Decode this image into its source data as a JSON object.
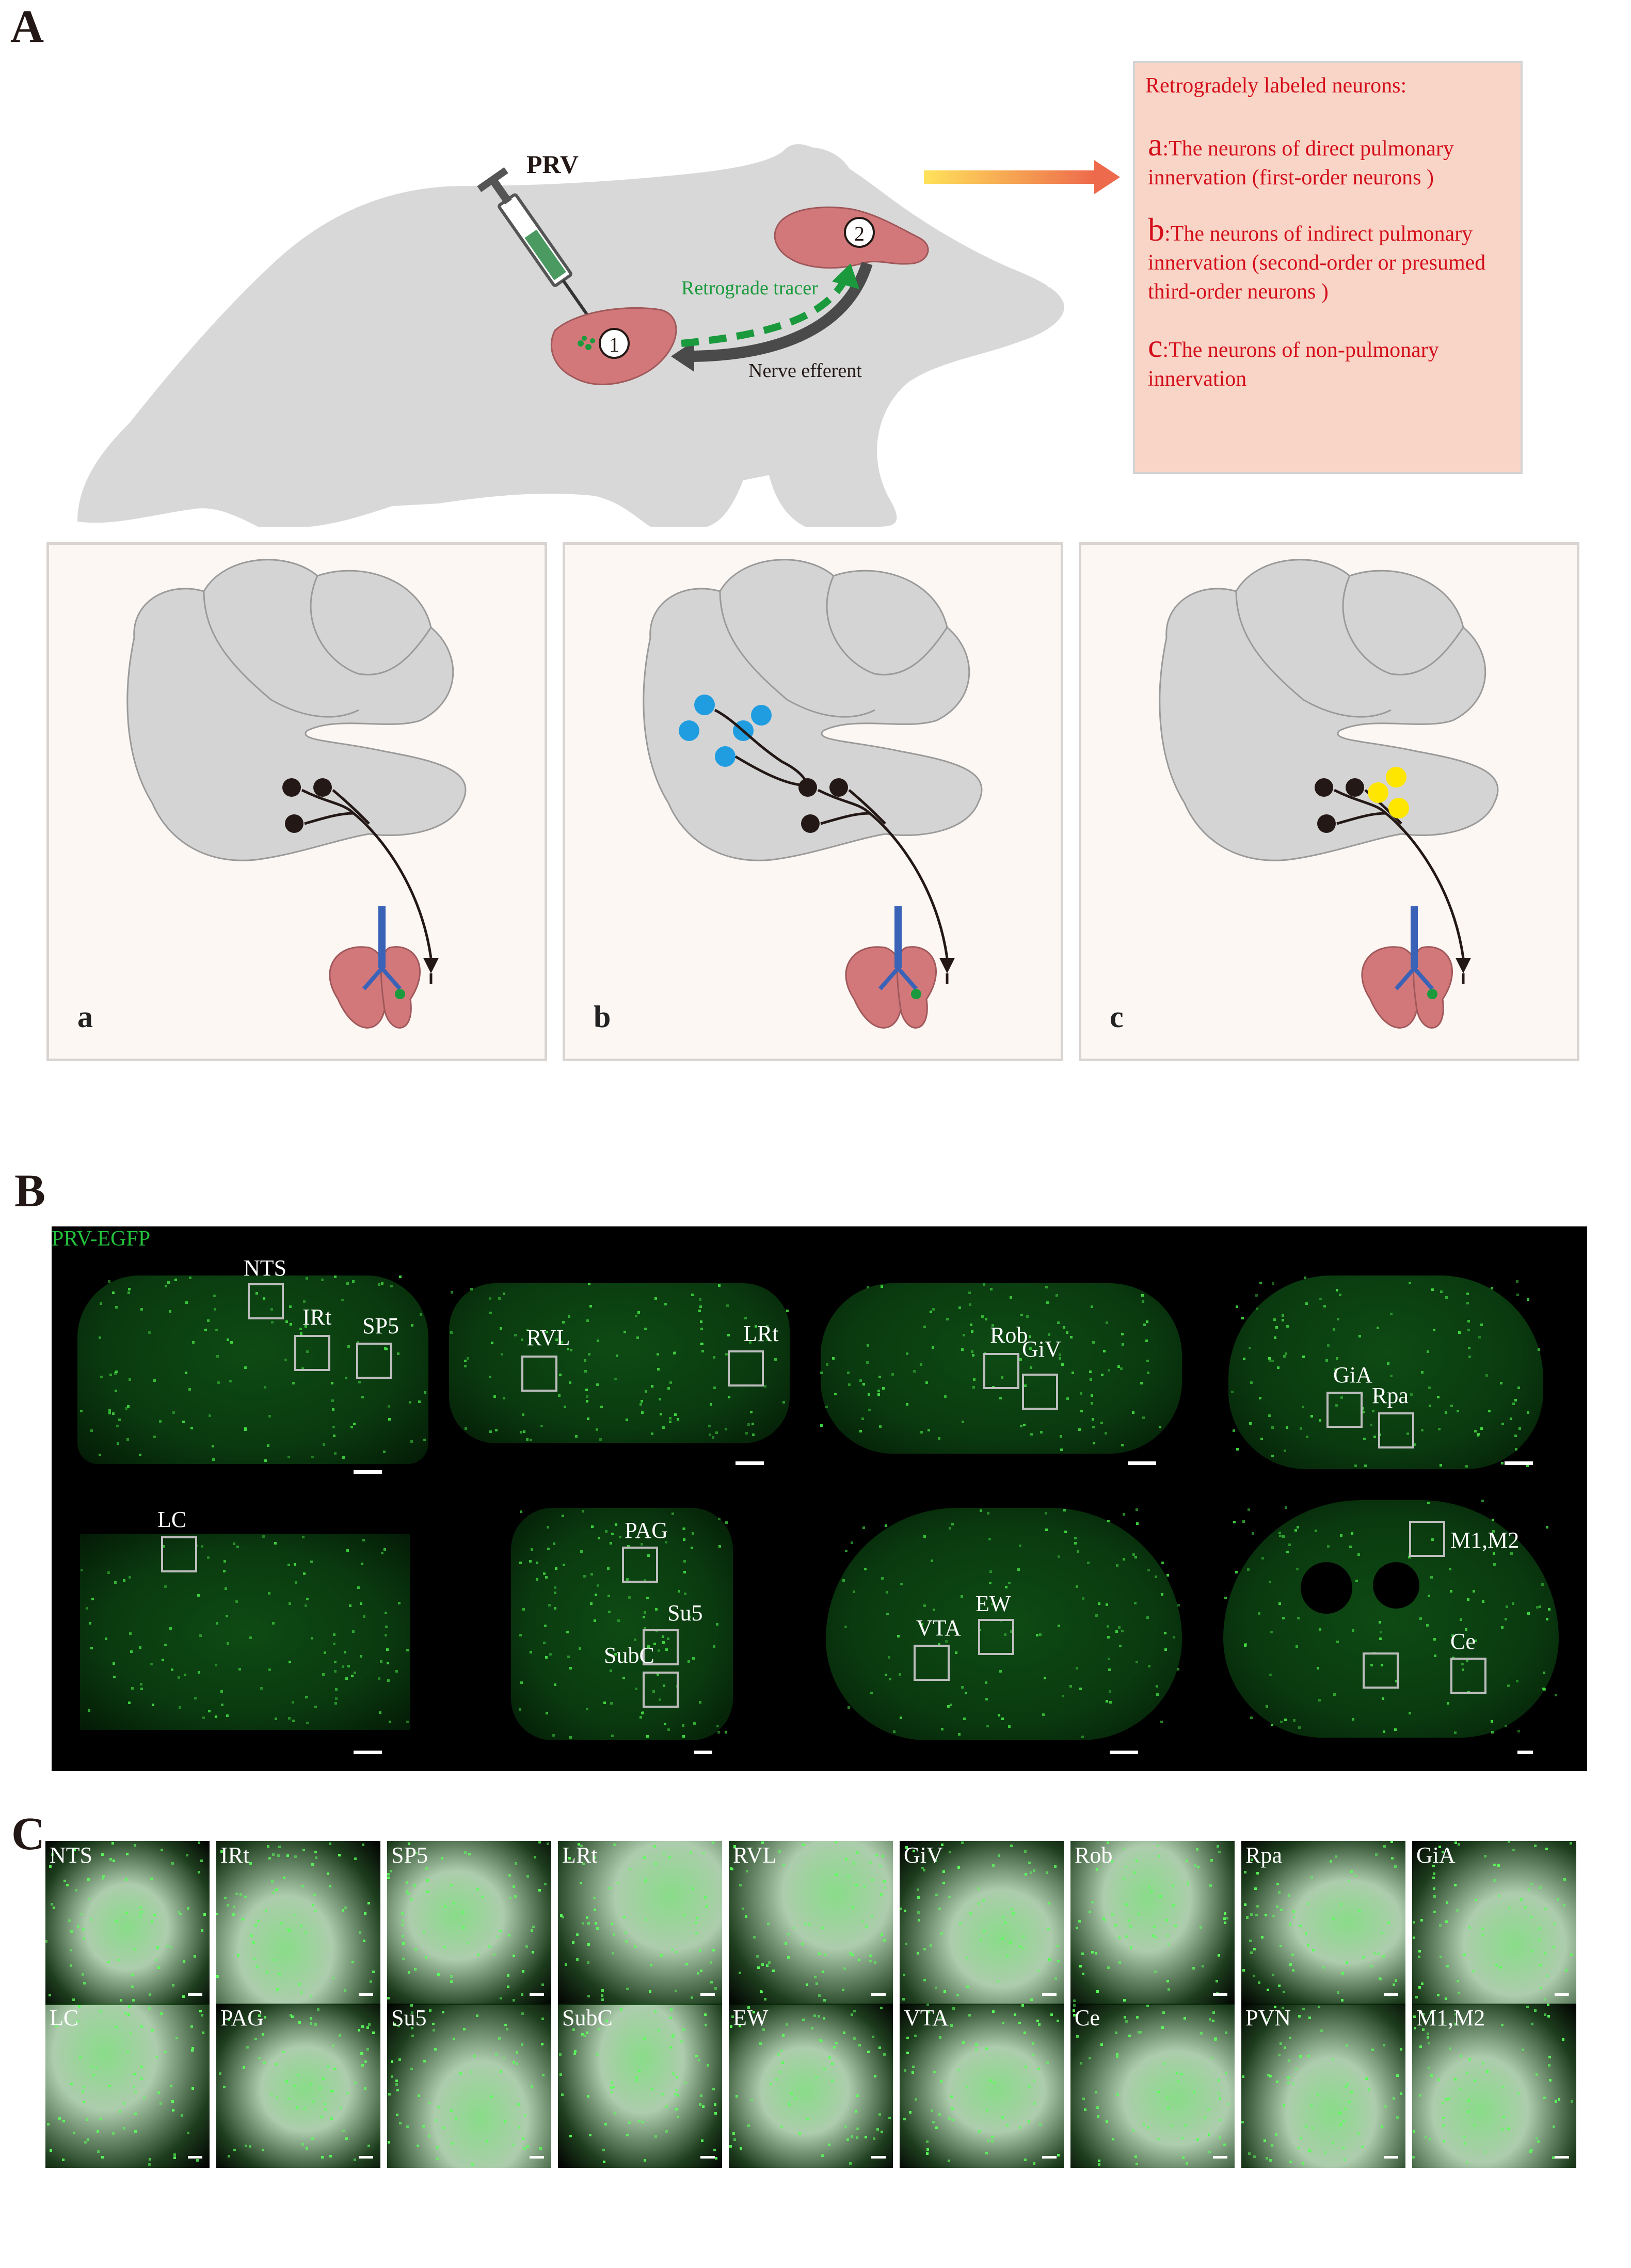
{
  "panels": {
    "A": "A",
    "B": "B",
    "C": "C"
  },
  "panelA": {
    "virus_label": "PRV",
    "step_1": "1",
    "step_2": "2",
    "retrograde_label": "Retrograde tracer",
    "efferent_label": "Nerve efferent",
    "legend": {
      "title": "Retrogradely labeled neurons:",
      "items": [
        {
          "letter": "a",
          "text": ":The neurons of direct pulmonary innervation (first-order neurons )"
        },
        {
          "letter": "b",
          "text": ":The neurons of indirect pulmonary innervation (second-order or presumed third-order neurons )"
        },
        {
          "letter": "c",
          "text": ":The neurons of non-pulmonary innervation"
        }
      ]
    },
    "cards": [
      {
        "label": "a"
      },
      {
        "label": "b"
      },
      {
        "label": "c"
      }
    ],
    "colors": {
      "mouse": "#d8d8d8",
      "organ": "#d2787a",
      "neuron": "#231815",
      "second_order": "#1f9de0",
      "non_pulmonary": "#ffe600",
      "tracer": "#1a9a3c",
      "legend_text": "#d40f1b"
    }
  },
  "panelB": {
    "title": "PRV-EGFP",
    "regions": [
      "NTS",
      "IRt",
      "SP5",
      "RVL",
      "LRt",
      "Rob",
      "GiV",
      "GiA",
      "Rpa",
      "LC",
      "PAG",
      "Su5",
      "SubC",
      "VTA",
      "EW",
      "M1,M2",
      "Ce"
    ]
  },
  "panelC": {
    "row1": [
      "NTS",
      "IRt",
      "SP5",
      "LRt",
      "RVL",
      "GiV",
      "Rob",
      "Rpa",
      "GiA"
    ],
    "row2": [
      "LC",
      "PAG",
      "Su5",
      "SubC",
      "EW",
      "VTA",
      "Ce",
      "PVN",
      "M1,M2"
    ]
  }
}
